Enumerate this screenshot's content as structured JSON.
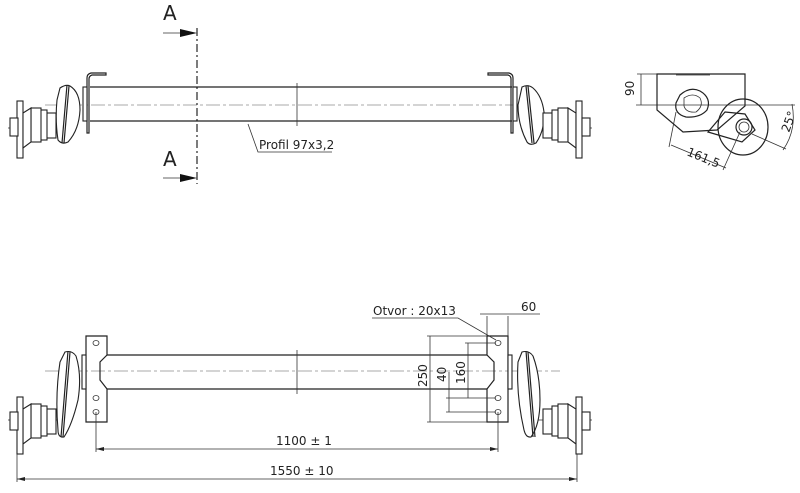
{
  "drawing": {
    "type": "technical drawing - trailer axle",
    "top_view": {
      "section_marker_top": "A",
      "section_marker_bottom": "A",
      "profile_label": "Profil 97x3,2"
    },
    "side_section": {
      "height_dim": "90",
      "arm_length_dim": "161,5",
      "angle_dim": "25°"
    },
    "bottom_view": {
      "hole_label": "Otvor : 20x13",
      "plate_width_dim": "60",
      "plate_height_dim": "250",
      "hole_spacing_small_dim": "40",
      "hole_spacing_large_dim": "160",
      "bracket_span_dim": "1100 ± 1",
      "overall_length_dim": "1550 ± 10"
    }
  }
}
